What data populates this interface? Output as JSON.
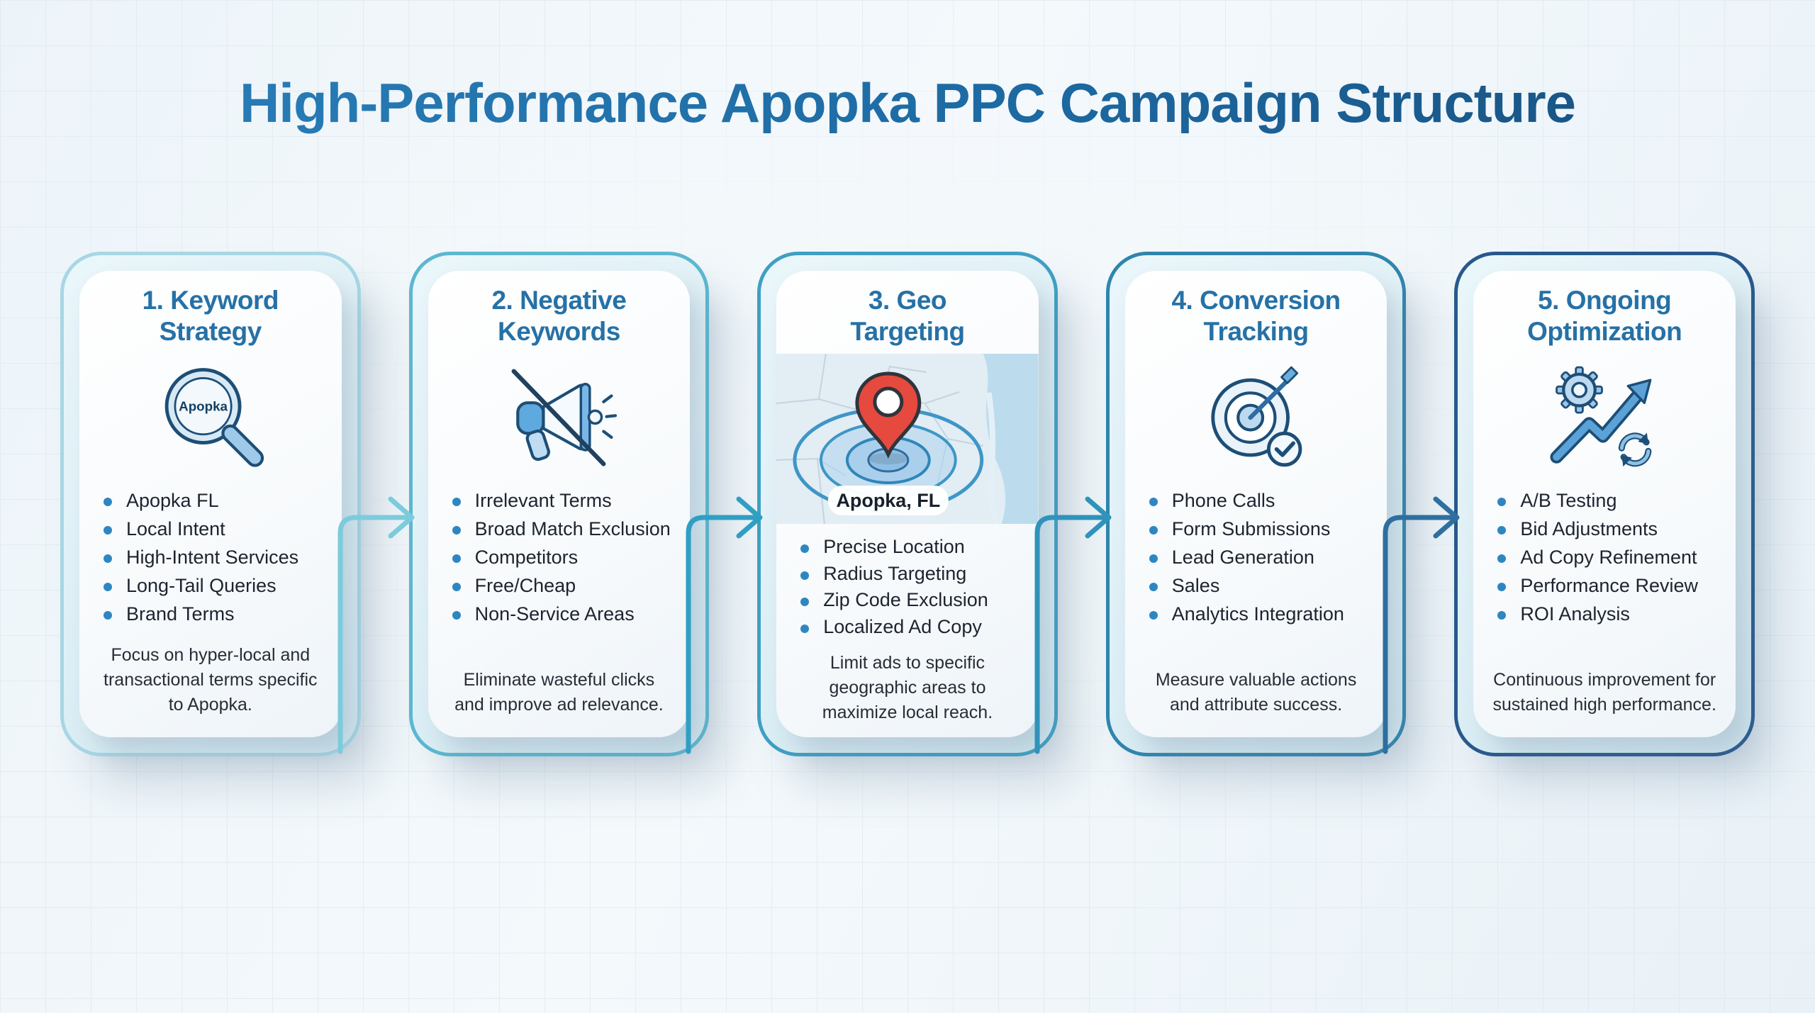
{
  "title": "High-Performance Apopka PPC Campaign Structure",
  "colors": {
    "title_gradient": [
      "#2b80ba",
      "#174e7c"
    ],
    "heading": "#2671a6",
    "bullet_dot": "#2e86c1",
    "body_text": "#1d2430",
    "pin_red": "#e64a3e",
    "map_water": "#bcdcee",
    "arrow_colors": [
      "#7ccbdd",
      "#2f9fc4",
      "#2f93bb",
      "#2e6f9f"
    ]
  },
  "card_icons": [
    "magnifier-icon",
    "muted-megaphone-icon",
    "geo-map",
    "target-arrow-icon",
    "gear-growth-icon"
  ],
  "cards": [
    {
      "heading": "1. Keyword Strategy",
      "icon_label": "Apopka",
      "bullets": [
        "Apopka FL",
        "Local Intent",
        "High-Intent Services",
        "Long-Tail Queries",
        "Brand Terms"
      ],
      "footer": "Focus on hyper-local and transactional terms specific to Apopka.",
      "border_color": "#a7d7e4"
    },
    {
      "heading": "2. Negative Keywords",
      "bullets": [
        "Irrelevant Terms",
        "Broad Match Exclusion",
        "Competitors",
        "Free/Cheap",
        "Non-Service Areas"
      ],
      "footer": "Eliminate wasteful clicks and improve ad relevance.",
      "border_color": "#5cb7d0"
    },
    {
      "heading": "3. Geo Targeting",
      "map_label": "Apopka, FL",
      "bullets": [
        "Precise Location",
        "Radius Targeting",
        "Zip Code Exclusion",
        "Localized Ad Copy"
      ],
      "footer": "Limit ads to specific geographic areas to maximize local reach.",
      "border_color": "#3f9fc3"
    },
    {
      "heading": "4. Conversion Tracking",
      "bullets": [
        "Phone Calls",
        "Form Submissions",
        "Lead Generation",
        "Sales",
        "Analytics Integration"
      ],
      "footer": "Measure valuable actions and attribute success.",
      "border_color": "#2f85ad"
    },
    {
      "heading": "5. Ongoing Optimization",
      "bullets": [
        "A/B Testing",
        "Bid Adjustments",
        "Ad Copy Refinement",
        "Performance Review",
        "ROI Analysis"
      ],
      "footer": "Continuous improvement for sustained high performance.",
      "border_color": "#27598c"
    }
  ]
}
